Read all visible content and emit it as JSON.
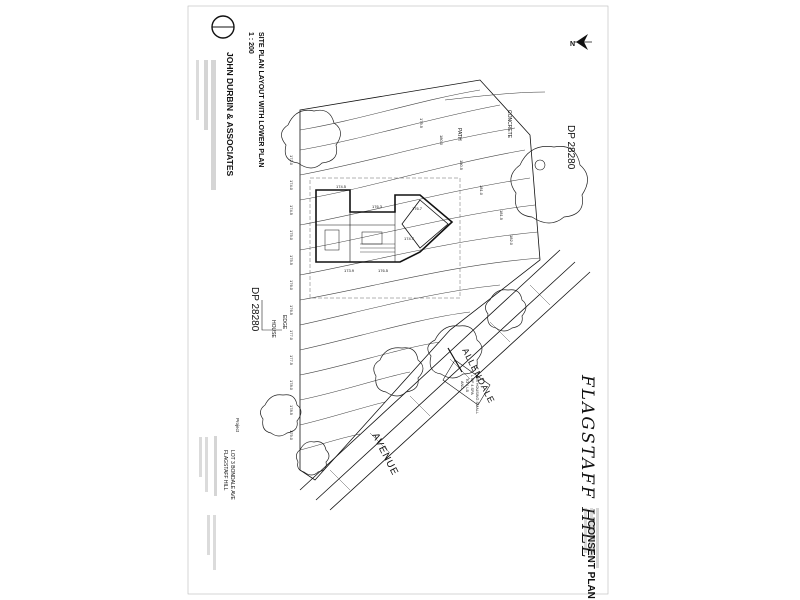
{
  "title_block": {
    "drawing_title": "SITE PLAN LAYOUT WITH LOWER PLAN",
    "scale": "1 : 200",
    "firm_name": "JOHN DURBIN & ASSOCIATES",
    "project_label": "Project",
    "project_line1": "LOT 3 BONDALE AVE",
    "project_line2": "FLAGSTAFF HILL"
  },
  "plan": {
    "dp_label": "DP 28280",
    "street_label": "AVENUE",
    "street_label_2": "ALLENDALE",
    "footpath_label": "PATH",
    "concrete_label": "CONCRETE",
    "edge_label": "EDGE",
    "house_label": "HOUSE",
    "easement_note": [
      "TWIN HOUSING SMALL",
      "L OF 4 SPA",
      "TO 1 LB",
      "AND"
    ],
    "contours": [
      "173.0",
      "174.0",
      "174.5",
      "175.0",
      "175.5",
      "176.0",
      "176.5",
      "177.0",
      "177.5",
      "178.0",
      "178.5",
      "179.0",
      "179.5",
      "180.0",
      "180.5",
      "181.0",
      "181.5",
      "182.0"
    ],
    "spot_levels": [
      "174.5",
      "176.3",
      "174.7",
      "176.5",
      "173.9",
      "176.7"
    ]
  },
  "handwritten": {
    "suburb": "FLAGSTAFF HILL"
  },
  "footer": {
    "consent_plan": "CONSENT PLAN"
  },
  "north_arrow": {
    "label": "N"
  }
}
